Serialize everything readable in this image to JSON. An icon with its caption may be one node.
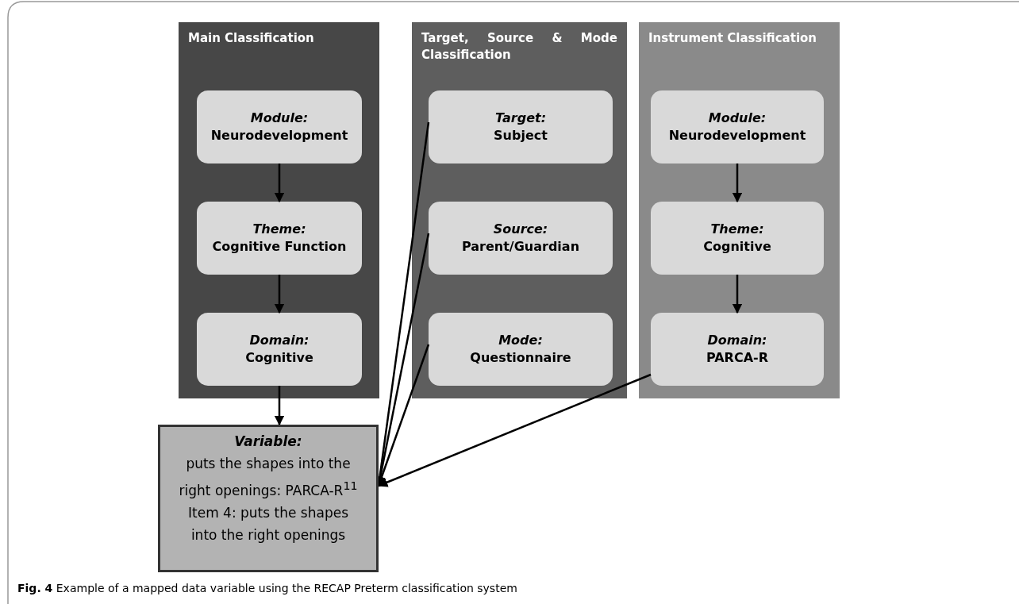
{
  "diagram": {
    "nodes": [
      {
        "text": [
          "Main Classification"
        ]
      },
      {
        "text": [
          "Module:",
          "Neurodevelopment"
        ],
        "in": 0
      },
      {
        "text": [
          "Theme:",
          "Cognitive Function"
        ],
        "in": 0
      },
      {
        "text": [
          "Domain:",
          "Cognitive"
        ],
        "in": 0
      },
      {
        "text": [
          "Target, Source & Mode Classification"
        ]
      },
      {
        "text": [
          "Target:",
          "Subject"
        ],
        "in": 4
      },
      {
        "text": [
          "Source:",
          "Parent/Guardian"
        ],
        "in": 4
      },
      {
        "text": [
          "Mode:",
          "Questionnaire"
        ],
        "in": 4
      },
      {
        "text": [
          "Instrument Classification"
        ]
      },
      {
        "text": [
          "Module:",
          "Neurodevelopment"
        ],
        "in": 8
      },
      {
        "text": [
          "Theme:",
          "Cognitive"
        ],
        "in": 8
      },
      {
        "text": [
          "Domain:",
          "PARCA-R"
        ],
        "in": 8
      },
      {
        "text": [
          "Variable:",
          "puts the shapes into the right openings: PARCA-R$^{11}$ Item 4: puts the shapes into the right openings"
        ]
      }
    ],
    "edges": [
      {
        "from": 1,
        "to": 2,
        "arrow": "to"
      },
      {
        "from": 2,
        "to": 3,
        "arrow": "to"
      },
      {
        "from": 3,
        "to": 12,
        "arrow": "to"
      },
      {
        "from": 5,
        "to": 12,
        "arrow": "to"
      },
      {
        "from": 6,
        "to": 12,
        "arrow": "to"
      },
      {
        "from": 7,
        "to": 12,
        "arrow": "to"
      },
      {
        "from": 9,
        "to": 10,
        "arrow": "to"
      },
      {
        "from": 10,
        "to": 11,
        "arrow": "to"
      },
      {
        "from": 11,
        "to": 12,
        "arrow": "to"
      }
    ],
    "caption": "**Fig. 4**  Example of a mapped data variable using the RECAP Preterm classification system"
  }
}
